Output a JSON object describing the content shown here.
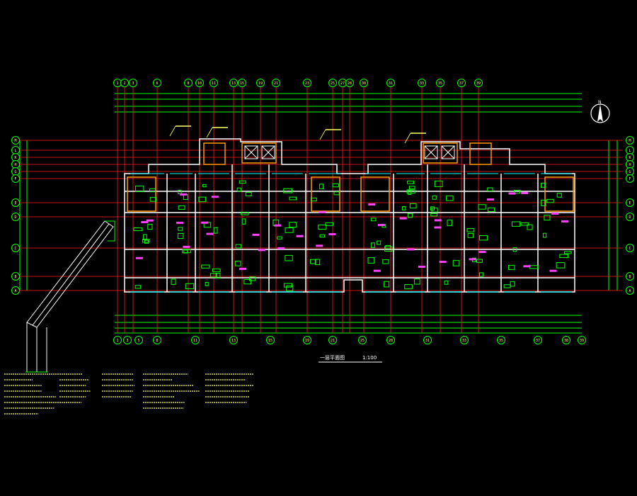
{
  "drawing": {
    "title": "一层平面图",
    "scale": "1:100"
  },
  "grid_top": [
    "1",
    "2",
    "3",
    "6",
    "8",
    "10",
    "11",
    "13",
    "15",
    "19",
    "21",
    "23",
    "25",
    "27",
    "28",
    "30",
    "31",
    "33",
    "35",
    "37",
    "39"
  ],
  "grid_bottom": [
    "1",
    "3",
    "5",
    "8",
    "11",
    "13",
    "15",
    "19",
    "21",
    "25",
    "28",
    "31",
    "33",
    "35",
    "37",
    "38",
    "39"
  ],
  "grid_left": [
    "M",
    "L",
    "K",
    "H",
    "G",
    "F",
    "E",
    "D",
    "C",
    "B",
    "A"
  ],
  "grid_right": [
    "M",
    "L",
    "K",
    "H",
    "G",
    "F",
    "E",
    "D",
    "C",
    "B",
    "A"
  ],
  "north_arrow": "N",
  "colors": {
    "background": "#000000",
    "axis": "#ff2020",
    "dimension": "#00ff00",
    "wall": "#ffffff",
    "column": "#ff9900",
    "furniture": "#ff40ff",
    "text": "#ffff66",
    "glazing": "#00ffff"
  }
}
